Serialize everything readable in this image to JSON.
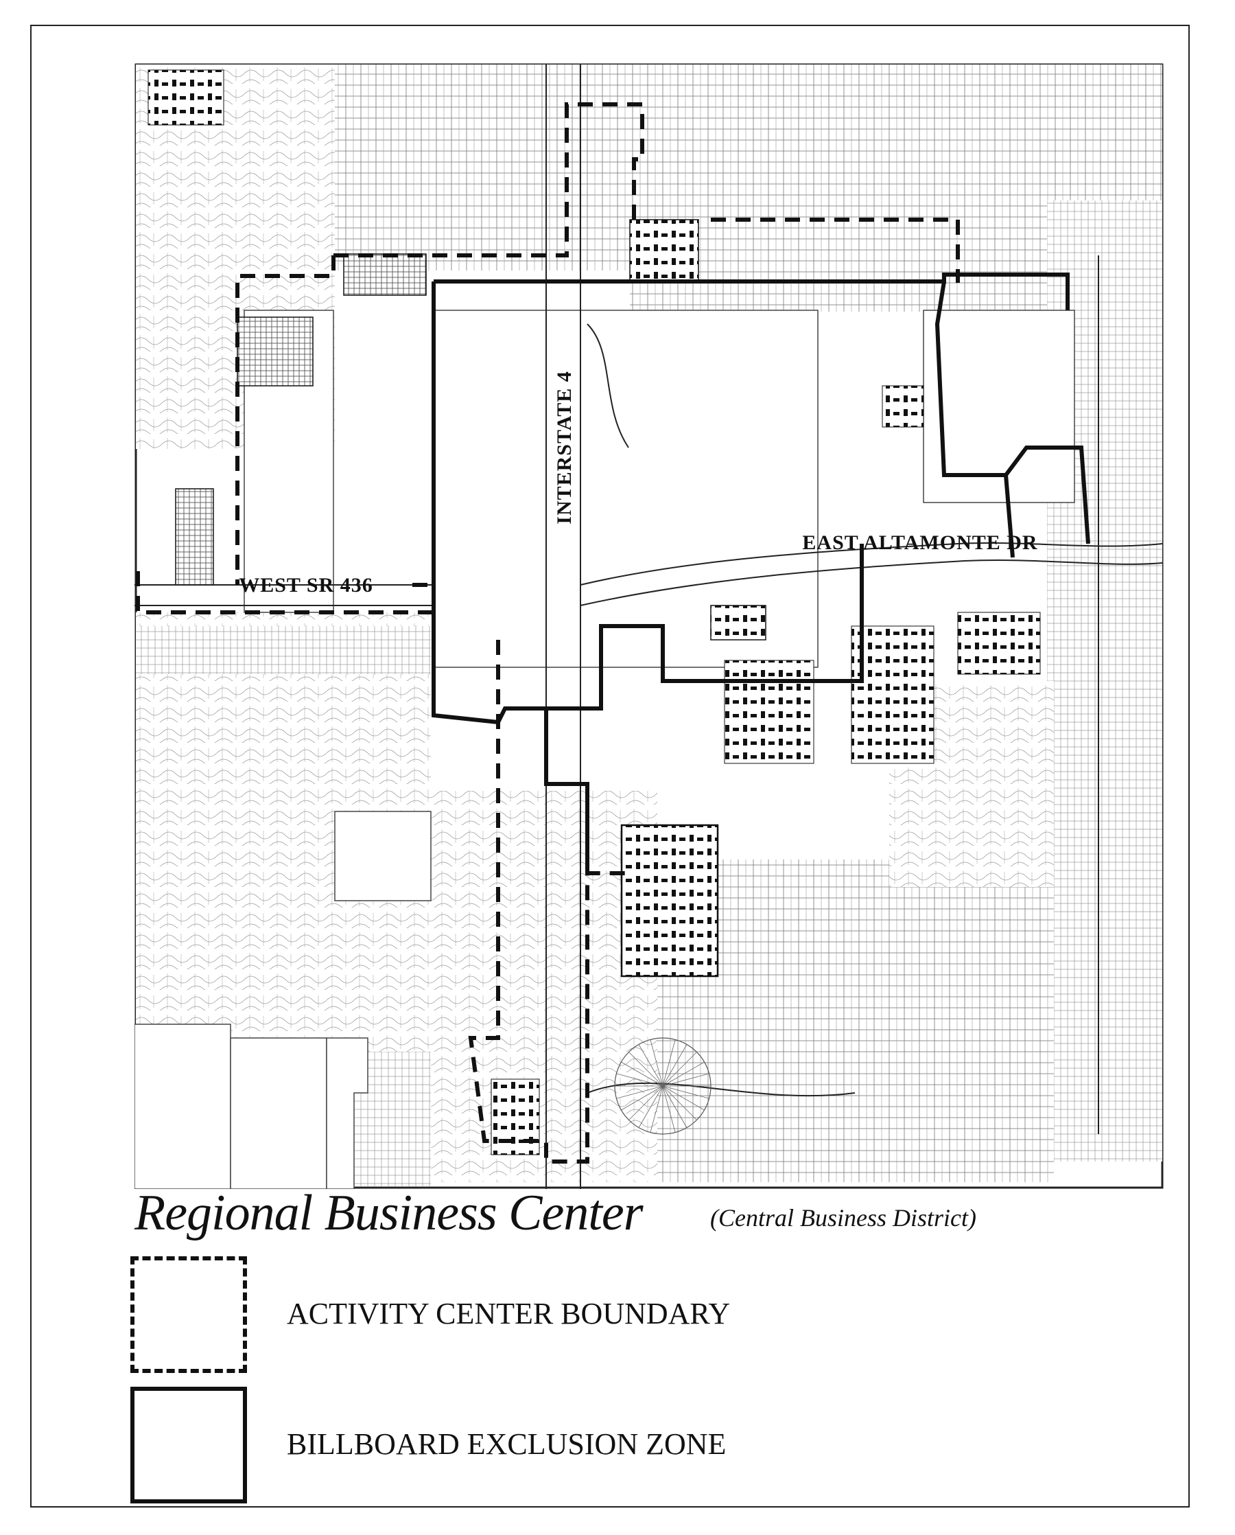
{
  "map": {
    "road_labels": {
      "west": "WEST SR 436",
      "interstate": "INTERSTATE 4",
      "east": "EAST ALTAMONTE DR"
    },
    "line_color": "#111111"
  },
  "legend": {
    "title": "Regional Business Center",
    "subtitle": "(Central Business District)",
    "items": [
      {
        "style": "dashed",
        "label": "ACTIVITY CENTER BOUNDARY"
      },
      {
        "style": "solid",
        "label": "BILLBOARD EXCLUSION ZONE"
      }
    ]
  }
}
